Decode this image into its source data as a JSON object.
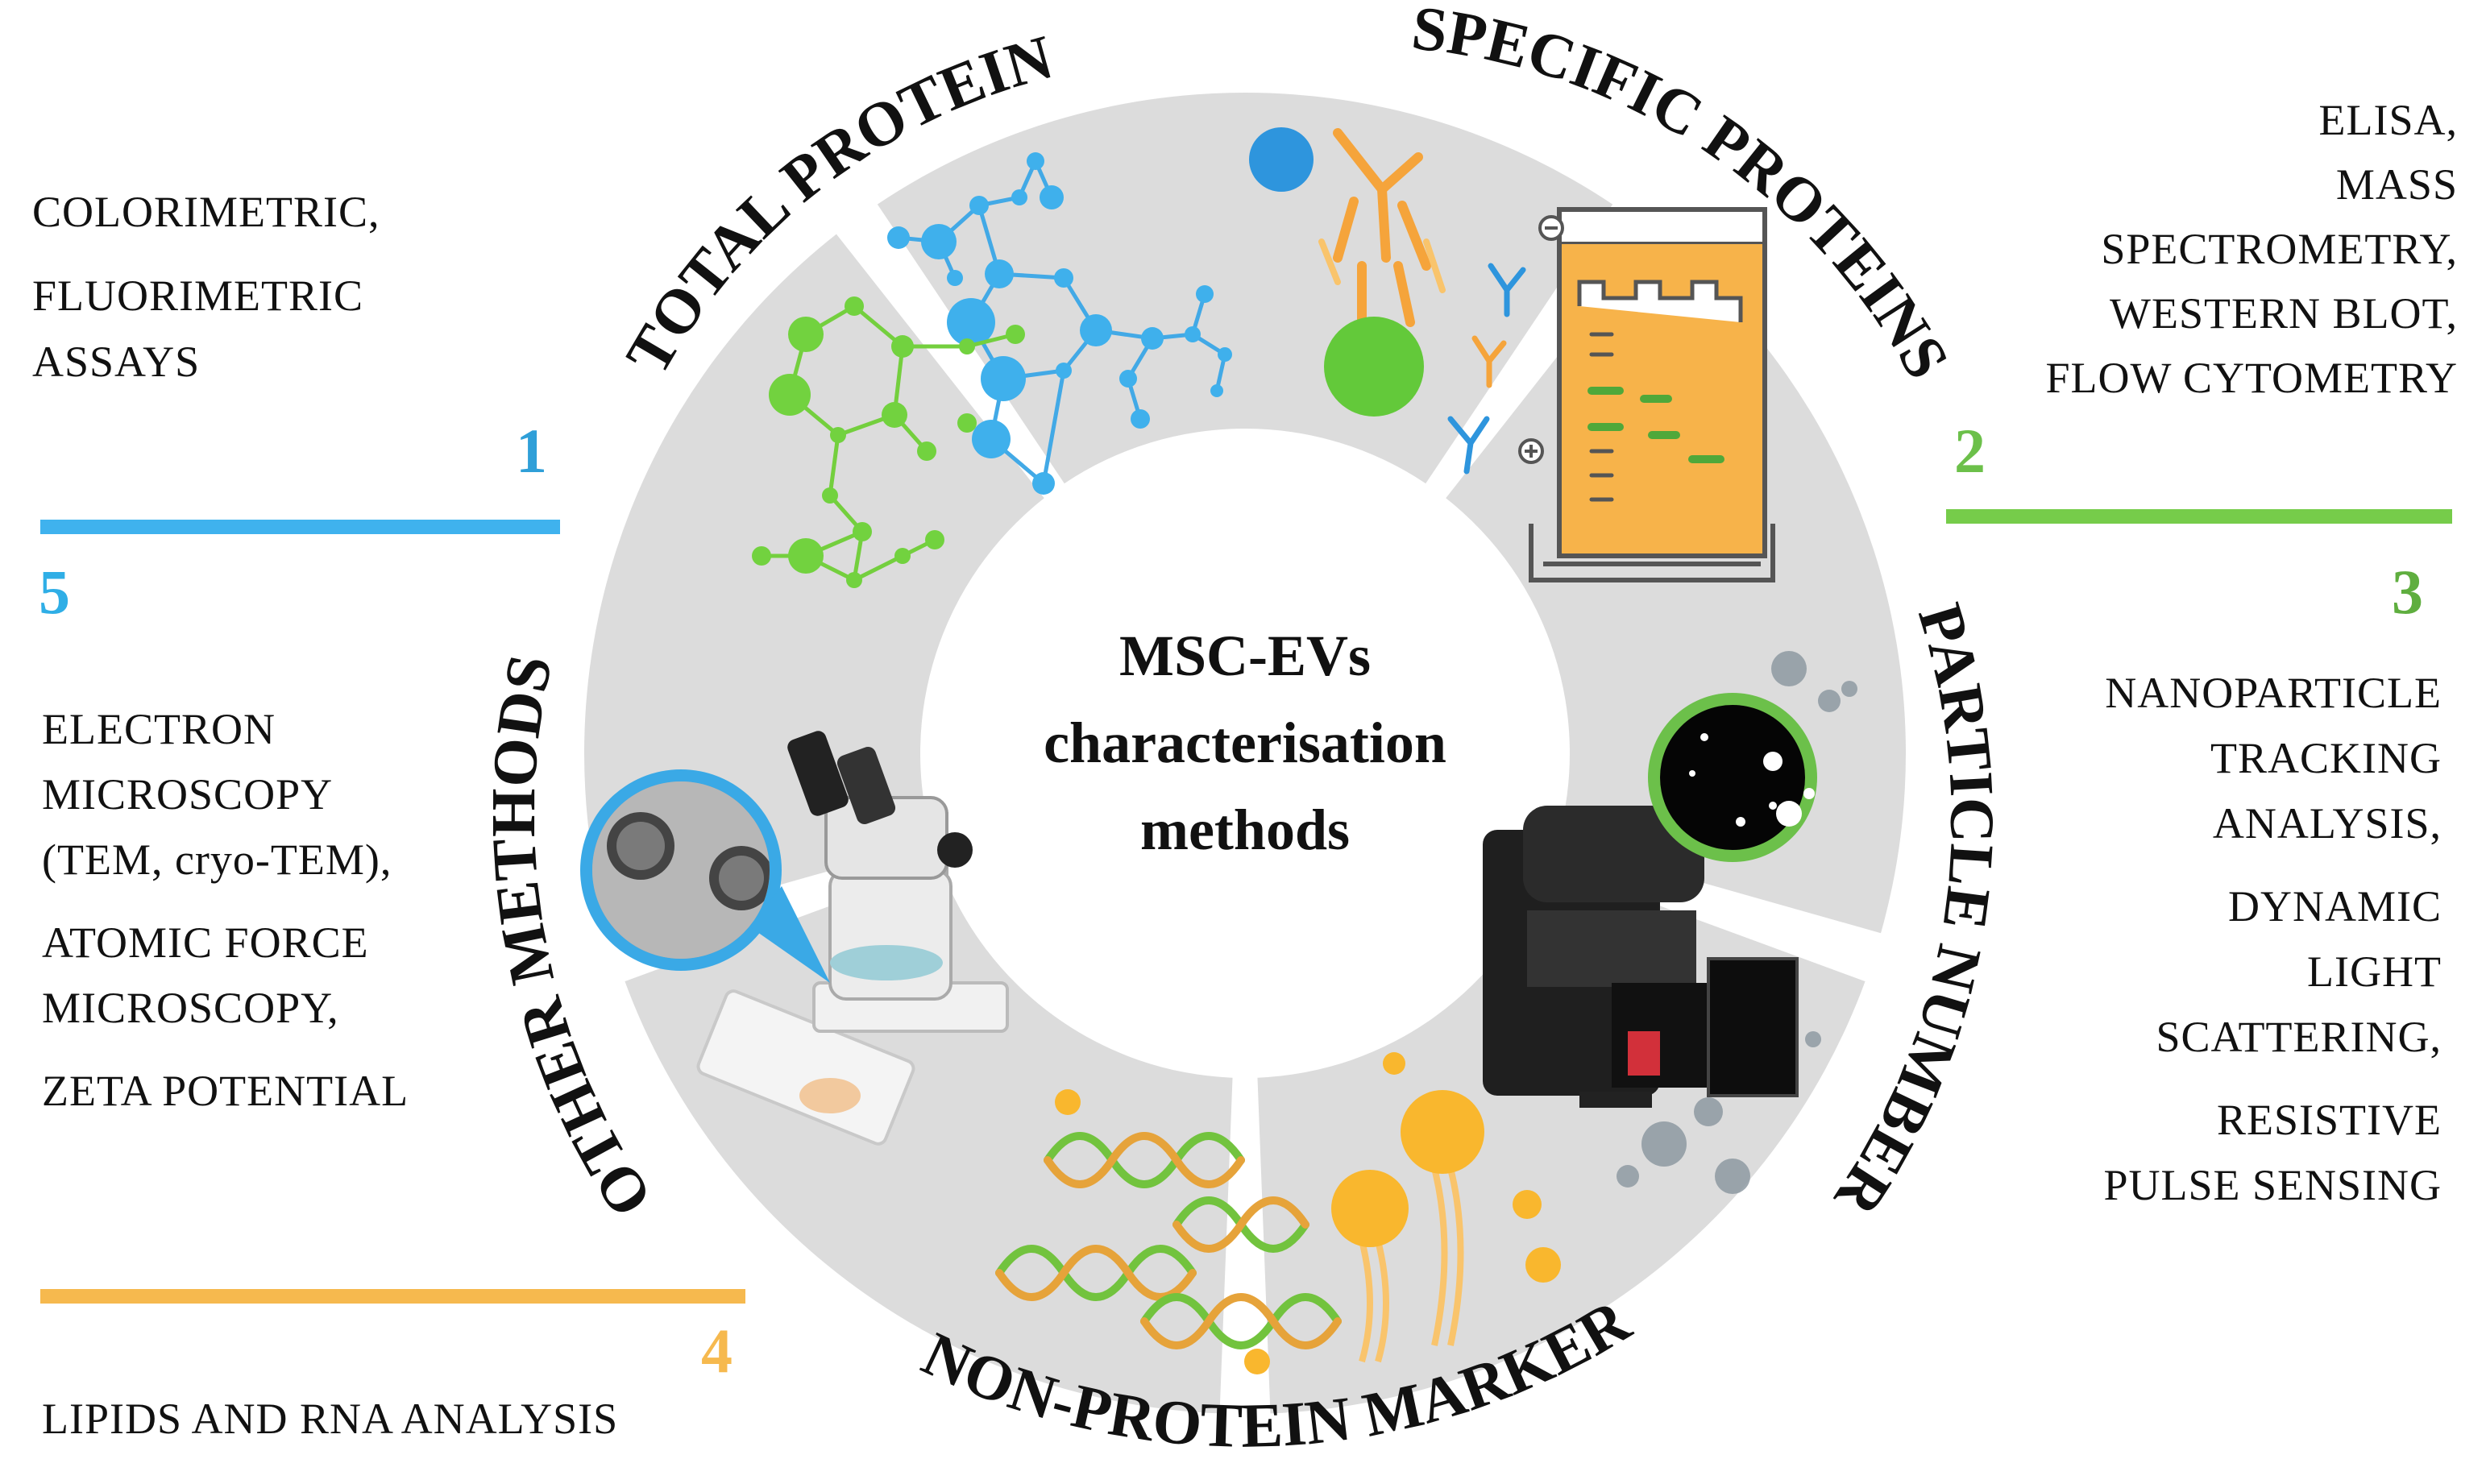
{
  "center": {
    "line1": "MSC-EVs",
    "line2": "characterisation",
    "line3": "methods"
  },
  "segments": [
    {
      "id": 1,
      "number": "1",
      "title": "TOTAL PROTEIN",
      "color": "#2f9fd8",
      "methods": [
        "COLORIMETRIC,",
        "FLUORIMETRIC",
        "ASSAYS"
      ]
    },
    {
      "id": 2,
      "number": "2",
      "title": "SPECIFIC PROTEINS",
      "color": "#6cc04a",
      "methods": [
        "ELISA,",
        "MASS",
        "SPECTROMETRY,",
        "WESTERN BLOT,",
        "FLOW CYTOMETRY"
      ]
    },
    {
      "id": 3,
      "number": "3",
      "title": "PARTICLE NUMBER",
      "color": "#6cc04a",
      "methods": [
        "NANOPARTICLE",
        "TRACKING",
        "ANALYSIS,",
        "DYNAMIC",
        "LIGHT",
        "SCATTERING,",
        "RESISTIVE",
        "PULSE SENSING"
      ]
    },
    {
      "id": 4,
      "number": "4",
      "title": "NON-PROTEIN MARKERS",
      "color": "#f6b94e",
      "methods": [
        "LIPIDS AND RNA ANALYSIS"
      ]
    },
    {
      "id": 5,
      "number": "5",
      "title": "OTHER METHODS",
      "color": "#2faee6",
      "methods": [
        "ELECTRON",
        "MICROSCOPY",
        "(TEM, cryo-TEM),",
        "ATOMIC FORCE",
        "MICROSCOPY,",
        "ZETA POTENTIAL"
      ]
    }
  ],
  "colors": {
    "segment_fill": "#dcdcdc",
    "text": "#111111"
  },
  "icons": [
    "molecule-network-icon",
    "antibody-gel-electrophoresis-icon",
    "nanoparticle-tracking-instrument-icon",
    "rna-lipid-vesicle-icon",
    "microscope-icon"
  ]
}
